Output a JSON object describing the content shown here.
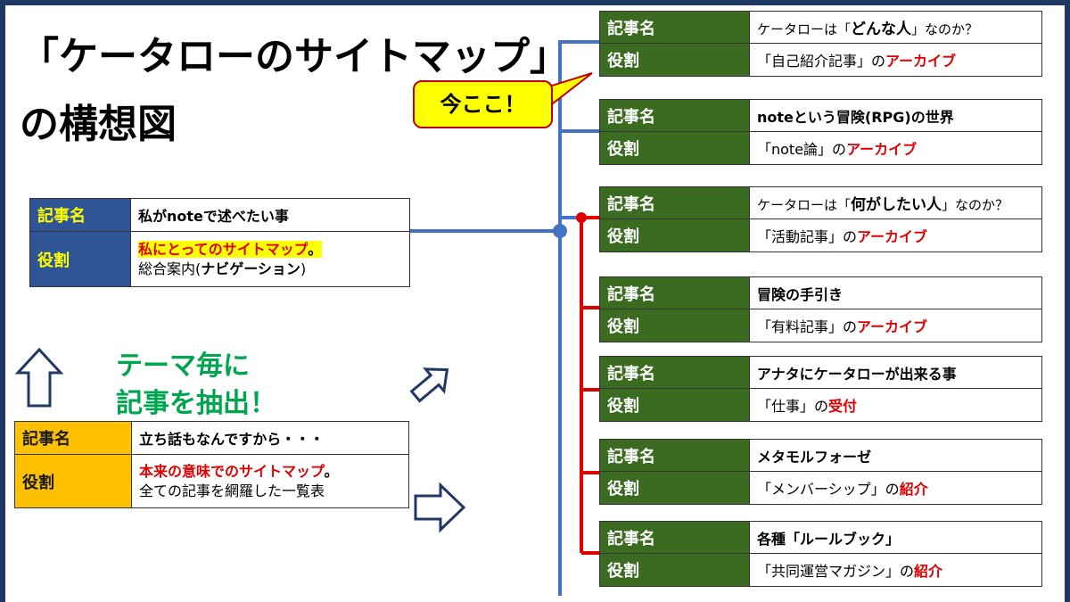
{
  "title": {
    "line1": "「ケータローのサイトマップ」",
    "line2": "の構想図"
  },
  "callout": "今ここ！",
  "theme_text": {
    "line1": "テーマ毎に",
    "line2": "記事を抽出！"
  },
  "header_label": "記事名",
  "role_label": "役割",
  "left_cards": [
    {
      "name": "私がnoteで述べたい事",
      "role_main": "私にとってのサイトマップ",
      "role_tail": "。",
      "role_sub_prefix": "総合案内(",
      "role_sub_bold": "ナビゲーション",
      "role_sub_suffix": ")"
    },
    {
      "name": "立ち話もなんですから・・・",
      "role_main": "本来の意味でのサイトマップ",
      "role_tail": "。",
      "role_sub": "全ての記事を網羅した一覧表"
    }
  ],
  "right_cards": [
    {
      "name_pre": "ケータローは「",
      "name_bold": "どんな人",
      "name_post": "」なのか？",
      "role_pre": "「自己紹介記事」の",
      "role_red": "アーカイブ"
    },
    {
      "name": "noteという冒険(RPG)の世界",
      "role_pre": "「note論」の",
      "role_red": "アーカイブ"
    },
    {
      "name_pre": "ケータローは「",
      "name_bold": "何がしたい人",
      "name_post": "」なのか？",
      "role_pre": "「活動記事」の",
      "role_red": "アーカイブ"
    },
    {
      "name": "冒険の手引き",
      "role_pre": "「有料記事」の",
      "role_red": "アーカイブ"
    },
    {
      "name": "アナタにケータローが出来る事",
      "role_pre": "「仕事」の",
      "role_red": "受付"
    },
    {
      "name": "メタモルフォーゼ",
      "role_pre": "「メンバーシップ」の",
      "role_red": "紹介"
    },
    {
      "name": "各種「ルールブック」",
      "role_pre": "「共同運営マガジン」の",
      "role_red": "紹介"
    }
  ],
  "colors": {
    "green": "#3a6b20",
    "navy": "#2f5597",
    "gold": "#ffc000",
    "red": "#e00000",
    "line_blue": "#4472c4",
    "yellow": "#ffff00",
    "frame": "#1f3864"
  }
}
